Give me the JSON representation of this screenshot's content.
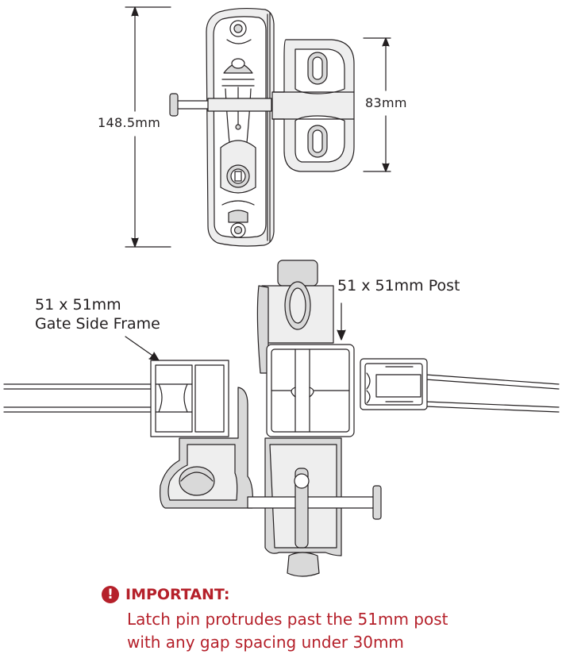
{
  "dimensions": {
    "height_label": "148.5mm",
    "width_label": "83mm"
  },
  "callouts": {
    "post": "51 x 51mm Post",
    "gate_frame_line1": "51 x 51mm",
    "gate_frame_line2": "Gate Side Frame"
  },
  "important": {
    "icon": "exclamation-circle-icon",
    "icon_glyph": "!",
    "title": "IMPORTANT:",
    "line1": "Latch pin protrudes past the 51mm post",
    "line2": "with any gap spacing under 30mm"
  },
  "colors": {
    "line": "#231f20",
    "part_fill": "#d9d9d9",
    "part_fill_light": "#eeeeee",
    "accent": "#b5202a"
  }
}
